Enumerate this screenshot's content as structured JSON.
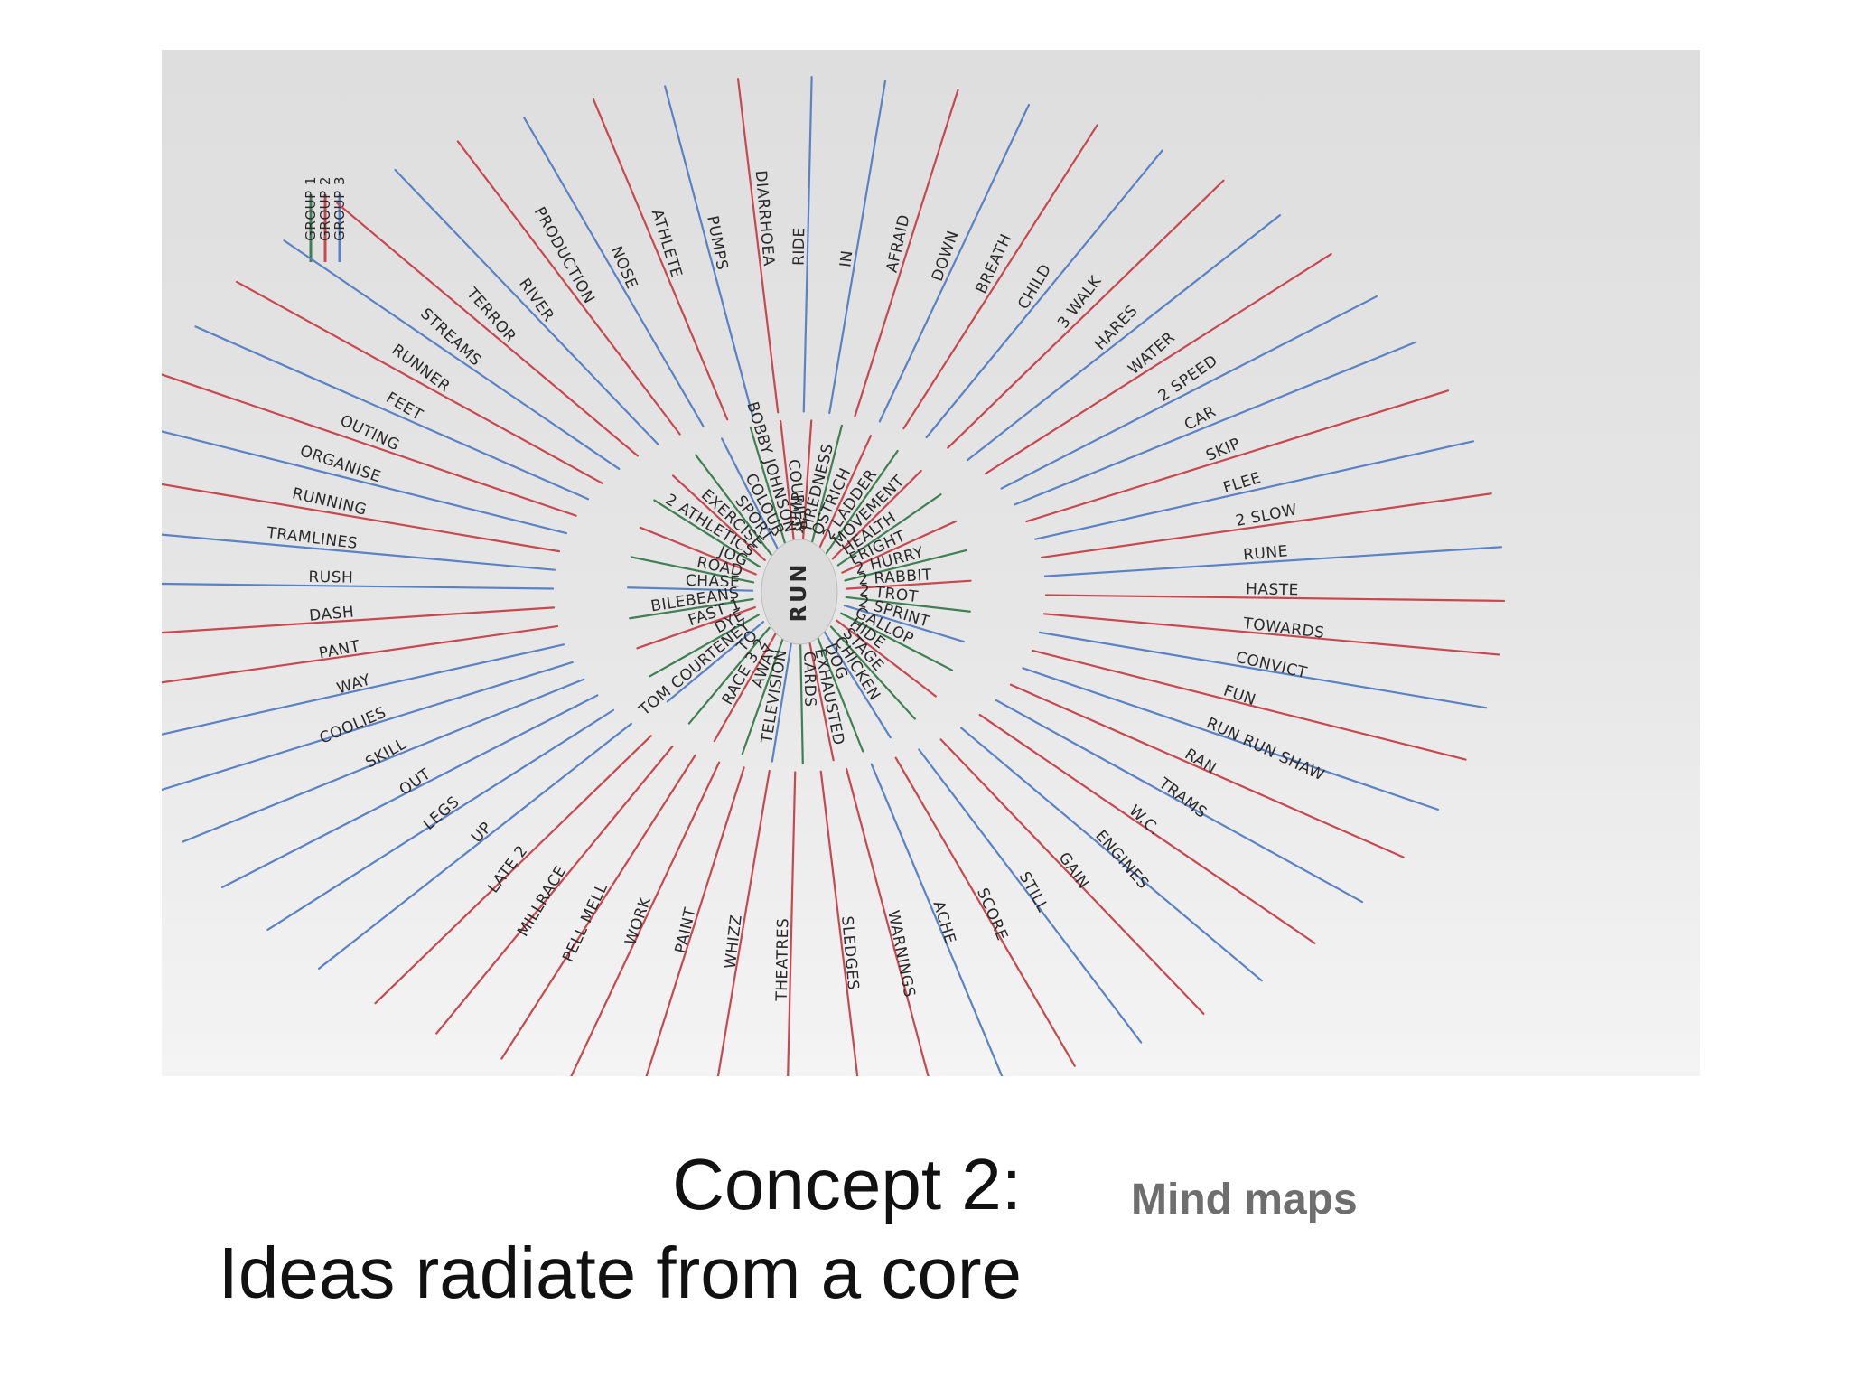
{
  "slide": {
    "title_line1": "Concept 2:",
    "title_line2": "Ideas radiate from a core",
    "subtitle": "Mind maps"
  },
  "mind_map": {
    "core": "RUN",
    "legend": [
      {
        "label": "GROUP 1",
        "color": "#3f7f52"
      },
      {
        "label": "GROUP 2",
        "color": "#c8484f"
      },
      {
        "label": "GROUP 3",
        "color": "#5a82c4"
      }
    ],
    "inner_branches": [
      {
        "label": "JUMP",
        "group": 2
      },
      {
        "label": "TIREDNESS",
        "group": 1
      },
      {
        "label": "OSTRICH",
        "group": 2
      },
      {
        "label": "2 LADDER",
        "group": 1
      },
      {
        "label": "MOVEMENT",
        "group": 2
      },
      {
        "label": "HEALTH",
        "group": 1
      },
      {
        "label": "FRIGHT",
        "group": 2
      },
      {
        "label": "2 HURRY",
        "group": 1
      },
      {
        "label": "2 RABBIT",
        "group": 2
      },
      {
        "label": "2 TROT",
        "group": 1
      },
      {
        "label": "2 SPRINT",
        "group": 3
      },
      {
        "label": "GALLOP",
        "group": 1
      },
      {
        "label": "HIDE",
        "group": 2
      },
      {
        "label": "STAGE",
        "group": 1
      },
      {
        "label": "CHICKEN",
        "group": 3
      },
      {
        "label": "DOG",
        "group": 1
      },
      {
        "label": "EXHAUSTED",
        "group": 2
      },
      {
        "label": "CARDS",
        "group": 1
      },
      {
        "label": "TELEVISION",
        "group": 3
      },
      {
        "label": "AWAY",
        "group": 1
      },
      {
        "label": "RACE 3 2",
        "group": 2
      },
      {
        "label": "TO",
        "group": 1
      },
      {
        "label": "TOM COURTENEY",
        "group": 3
      },
      {
        "label": "DYE",
        "group": 1
      },
      {
        "label": "FAST 1",
        "group": 2
      },
      {
        "label": "BILEBEANS",
        "group": 1
      },
      {
        "label": "CHASE",
        "group": 3
      },
      {
        "label": "ROAD",
        "group": 1
      },
      {
        "label": "JOG",
        "group": 2
      },
      {
        "label": "2 ATHLETICS",
        "group": 1
      },
      {
        "label": "EXERCISE",
        "group": 2
      },
      {
        "label": "SPORT",
        "group": 1
      },
      {
        "label": "COLOUR",
        "group": 3
      },
      {
        "label": "BOBBY JOHNSON",
        "group": 1
      },
      {
        "label": "COURIER",
        "group": 2
      }
    ],
    "outer_branches": [
      {
        "label": "RIDE",
        "group": 3
      },
      {
        "label": "IN",
        "group": 3
      },
      {
        "label": "AFRAID",
        "group": 2
      },
      {
        "label": "DOWN",
        "group": 3
      },
      {
        "label": "BREATH",
        "group": 2
      },
      {
        "label": "CHILD",
        "group": 3
      },
      {
        "label": "3 WALK",
        "group": 2
      },
      {
        "label": "HARES",
        "group": 3
      },
      {
        "label": "WATER",
        "group": 2
      },
      {
        "label": "2 SPEED",
        "group": 3
      },
      {
        "label": "CAR",
        "group": 3
      },
      {
        "label": "SKIP",
        "group": 2
      },
      {
        "label": "FLEE",
        "group": 3
      },
      {
        "label": "2 SLOW",
        "group": 2
      },
      {
        "label": "RUNE",
        "group": 3
      },
      {
        "label": "HASTE",
        "group": 2
      },
      {
        "label": "TOWARDS",
        "group": 2
      },
      {
        "label": "CONVICT",
        "group": 3
      },
      {
        "label": "FUN",
        "group": 2
      },
      {
        "label": "RUN RUN SHAW",
        "group": 3
      },
      {
        "label": "RAN",
        "group": 2
      },
      {
        "label": "TRAMS",
        "group": 3
      },
      {
        "label": "W.C.",
        "group": 2
      },
      {
        "label": "ENGINES",
        "group": 3
      },
      {
        "label": "GAIN",
        "group": 2
      },
      {
        "label": "STILL",
        "group": 3
      },
      {
        "label": "SCORE",
        "group": 2
      },
      {
        "label": "ACHE",
        "group": 3
      },
      {
        "label": "WARNINGS",
        "group": 2
      },
      {
        "label": "SLEDGES",
        "group": 2
      },
      {
        "label": "THEATRES",
        "group": 2
      },
      {
        "label": "WHIZZ",
        "group": 2
      },
      {
        "label": "PAINT",
        "group": 2
      },
      {
        "label": "WORK",
        "group": 2
      },
      {
        "label": "PELL MELL",
        "group": 2
      },
      {
        "label": "MILLRACE",
        "group": 2
      },
      {
        "label": "LATE 2",
        "group": 2
      },
      {
        "label": "UP",
        "group": 3
      },
      {
        "label": "LEGS",
        "group": 3
      },
      {
        "label": "OUT",
        "group": 3
      },
      {
        "label": "SKILL",
        "group": 3
      },
      {
        "label": "COOLIES",
        "group": 3
      },
      {
        "label": "WAY",
        "group": 3
      },
      {
        "label": "PANT",
        "group": 2
      },
      {
        "label": "DASH",
        "group": 2
      },
      {
        "label": "RUSH",
        "group": 3
      },
      {
        "label": "TRAMLINES",
        "group": 3
      },
      {
        "label": "RUNNING",
        "group": 2
      },
      {
        "label": "ORGANISE",
        "group": 3
      },
      {
        "label": "OUTING",
        "group": 2
      },
      {
        "label": "FEET",
        "group": 3
      },
      {
        "label": "RUNNER",
        "group": 2
      },
      {
        "label": "STREAMS",
        "group": 3
      },
      {
        "label": "TERROR",
        "group": 2
      },
      {
        "label": "RIVER",
        "group": 3
      },
      {
        "label": "PRODUCTION",
        "group": 2
      },
      {
        "label": "NOSE",
        "group": 3
      },
      {
        "label": "ATHLETE",
        "group": 2
      },
      {
        "label": "PUMPS",
        "group": 3
      },
      {
        "label": "DIARRHOEA",
        "group": 2
      }
    ]
  }
}
